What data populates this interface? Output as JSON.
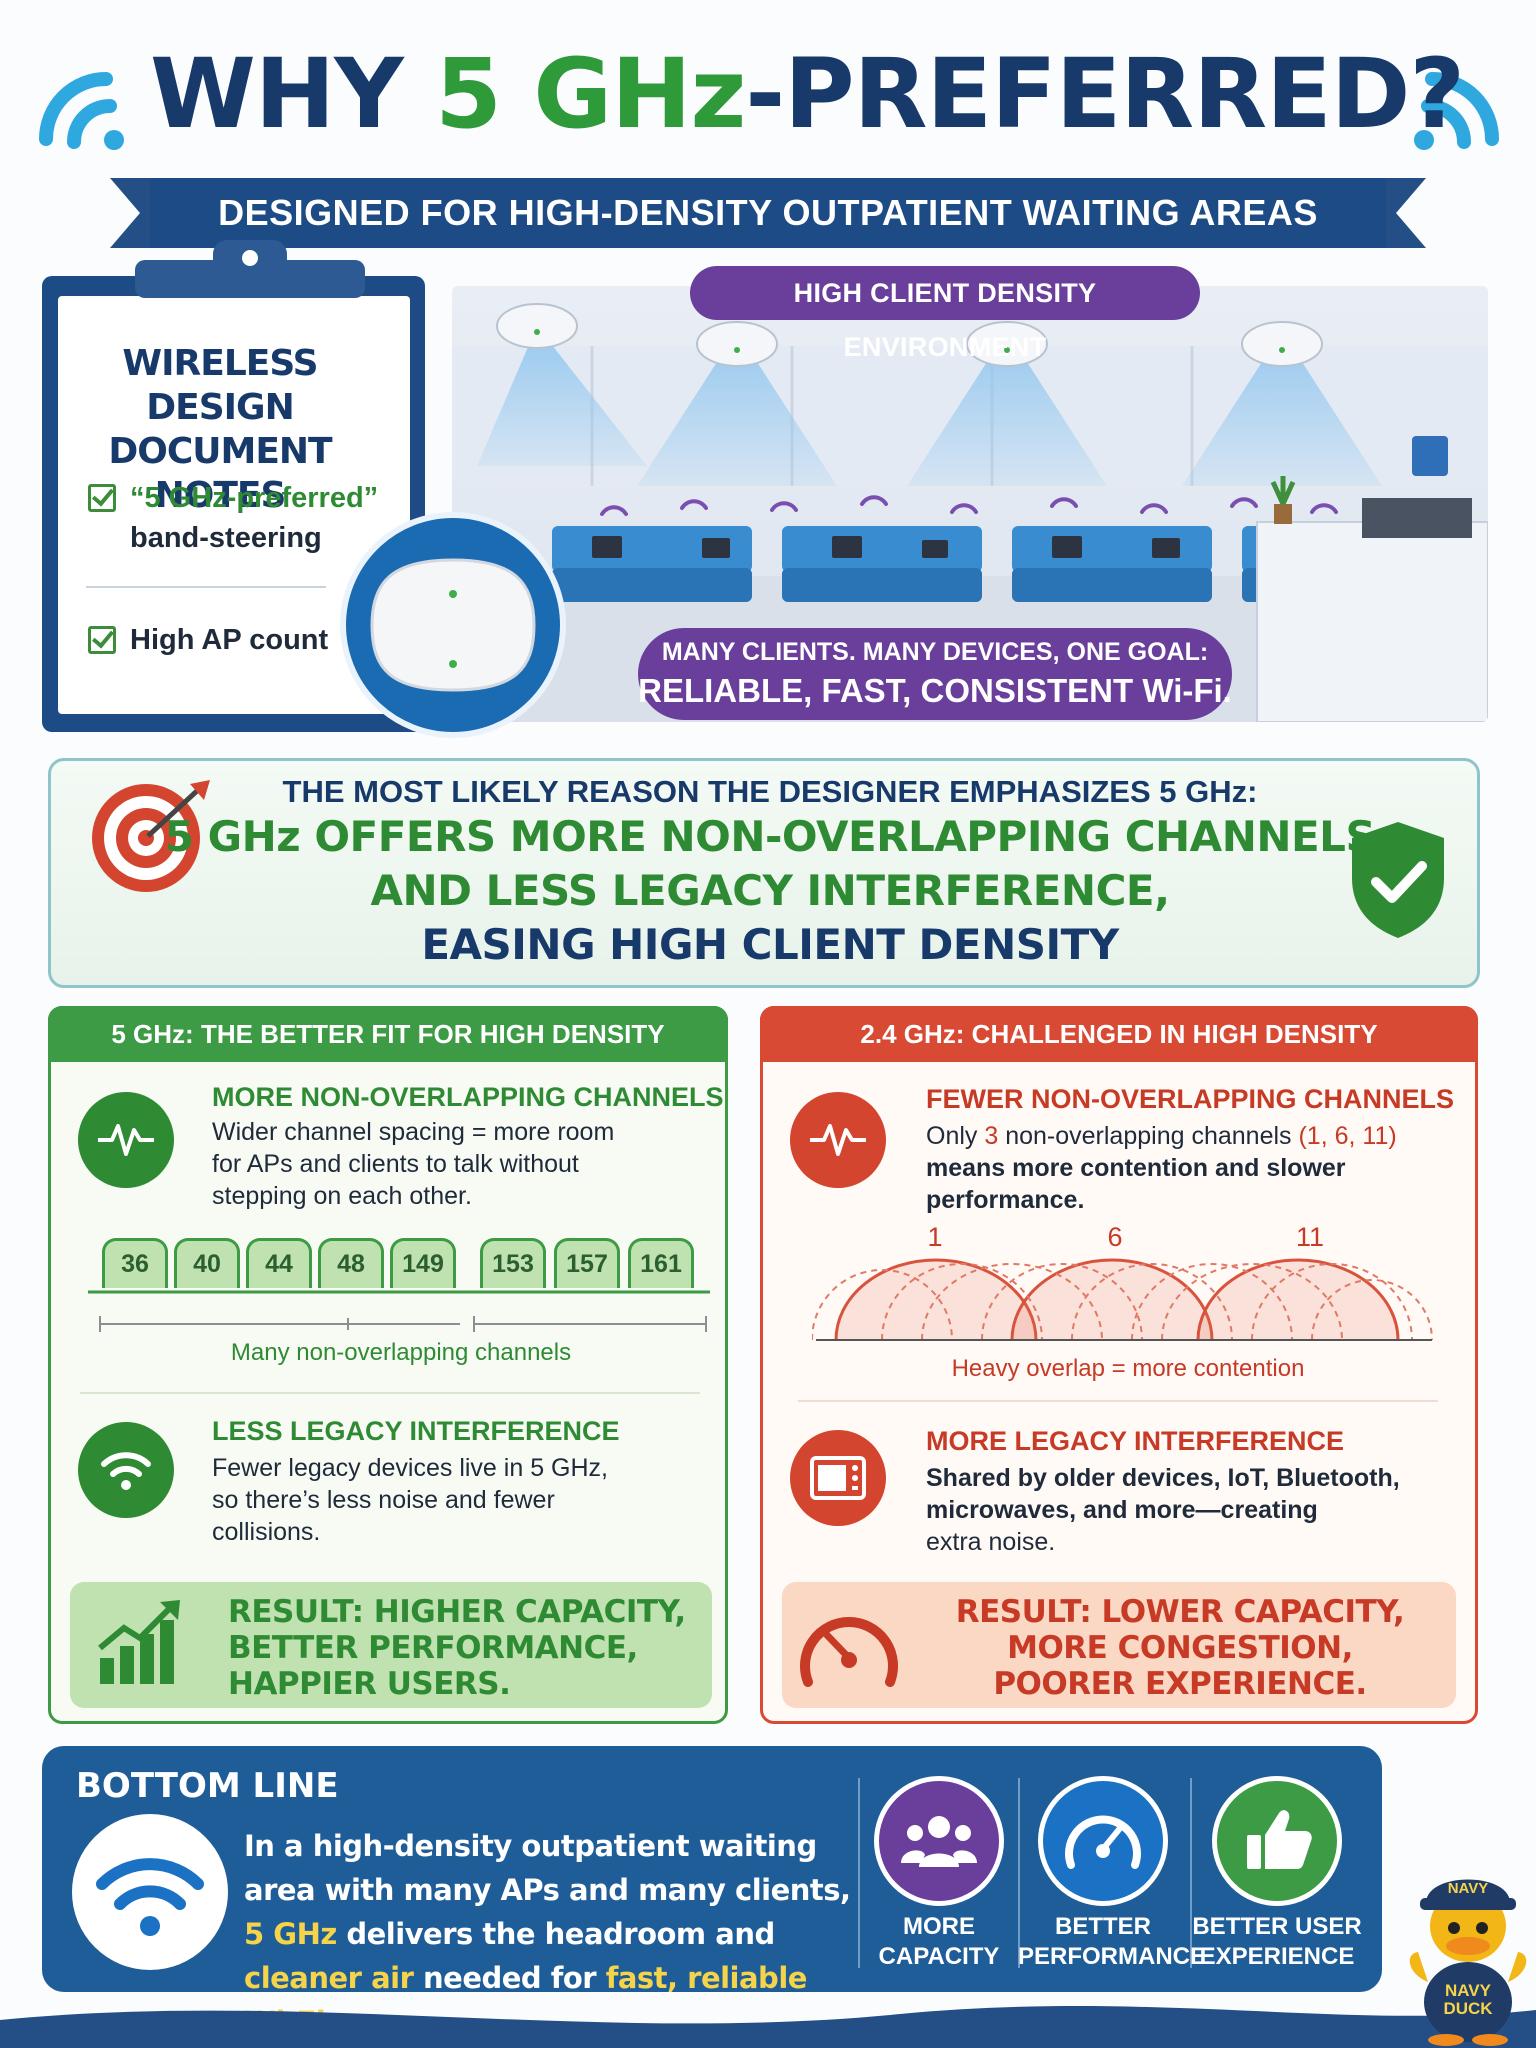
{
  "header": {
    "title_part1": "WHY ",
    "title_highlight": "5 GHz",
    "title_part2": "-PREFERRED?",
    "subtitle": "DESIGNED FOR HIGH-DENSITY OUTPATIENT WAITING AREAS"
  },
  "clipboard": {
    "title": "WIRELESS DESIGN DOCUMENT NOTES",
    "note1_highlight": "“5 GHz-preferred”",
    "note1_rest": "band-steering",
    "note2": "High AP count"
  },
  "scene": {
    "label": "HIGH CLIENT DENSITY ENVIRONMENT",
    "message_line1": "MANY CLIENTS. MANY DEVICES, ONE GOAL:",
    "message_line2": "RELIABLE, FAST, CONSISTENT Wi-Fi."
  },
  "reason": {
    "heading": "THE MOST LIKELY REASON THE DESIGNER EMPHASIZES 5 GHz:",
    "line1": "5 GHz OFFERS MORE NON-OVERLAPPING CHANNELS",
    "line2": "AND LESS LEGACY INTERFERENCE,",
    "line3": "EASING HIGH CLIENT DENSITY"
  },
  "panel_5ghz": {
    "header": "5 GHz: THE BETTER FIT FOR HIGH DENSITY",
    "sec1_title": "MORE NON-OVERLAPPING CHANNELS",
    "sec1_line1": "Wider channel spacing = more room",
    "sec1_line2": "for APs and clients to talk without",
    "sec1_line3": "stepping on each other.",
    "channels": [
      "36",
      "40",
      "44",
      "48",
      "149",
      "153",
      "157",
      "161"
    ],
    "channels_caption": "Many non-overlapping channels",
    "sec2_title": "LESS LEGACY INTERFERENCE",
    "sec2_line1": "Fewer legacy devices live in 5 GHz,",
    "sec2_line2": "so there’s less noise and fewer",
    "sec2_line3": "collisions.",
    "result_line1": "RESULT: HIGHER CAPACITY,",
    "result_line2": "BETTER PERFORMANCE,",
    "result_line3": "HAPPIER USERS."
  },
  "panel_24ghz": {
    "header": "2.4 GHz: CHALLENGED IN HIGH DENSITY",
    "sec1_title": "FEWER NON-OVERLAPPING CHANNELS",
    "sec1_line1_a": "Only ",
    "sec1_line1_num": "3",
    "sec1_line1_b": " non-overlapping channels ",
    "sec1_line1_list": "(1, 6, 11)",
    "sec1_line2": "means more contention and slower",
    "sec1_line3": "performance.",
    "channel_labels": [
      "1",
      "6",
      "11"
    ],
    "overlap_caption": "Heavy overlap = more contention",
    "sec2_title": "MORE LEGACY INTERFERENCE",
    "sec2_line1": "Shared by older devices, IoT, Bluetooth,",
    "sec2_line2": "microwaves, and more—creating",
    "sec2_line3": "extra noise.",
    "result_line1": "RESULT: LOWER CAPACITY,",
    "result_line2": "MORE CONGESTION,",
    "result_line3": "POORER EXPERIENCE."
  },
  "bottom_line": {
    "heading": "BOTTOM LINE",
    "t1": "In a high-density outpatient waiting area with many APs and many clients, ",
    "t2": "5 GHz",
    "t3": " delivers the headroom and ",
    "t4": "cleaner air",
    "t5": " needed for ",
    "t6": "fast, reliable Wi-Fi.",
    "benefits": [
      {
        "line1": "MORE",
        "line2": "CAPACITY"
      },
      {
        "line1": "BETTER",
        "line2": "PERFORMANCE"
      },
      {
        "line1": "BETTER USER",
        "line2": "EXPERIENCE"
      }
    ]
  },
  "mascot": {
    "cap_text": "NAVY",
    "body_line1": "NAVY",
    "body_line2": "DUCK"
  },
  "colors": {
    "navy": "#173a6b",
    "green": "#2f9a3a",
    "red": "#d94a34",
    "purple": "#6a3f9c",
    "blue": "#1f5d98",
    "yellow": "#f5d44a"
  }
}
